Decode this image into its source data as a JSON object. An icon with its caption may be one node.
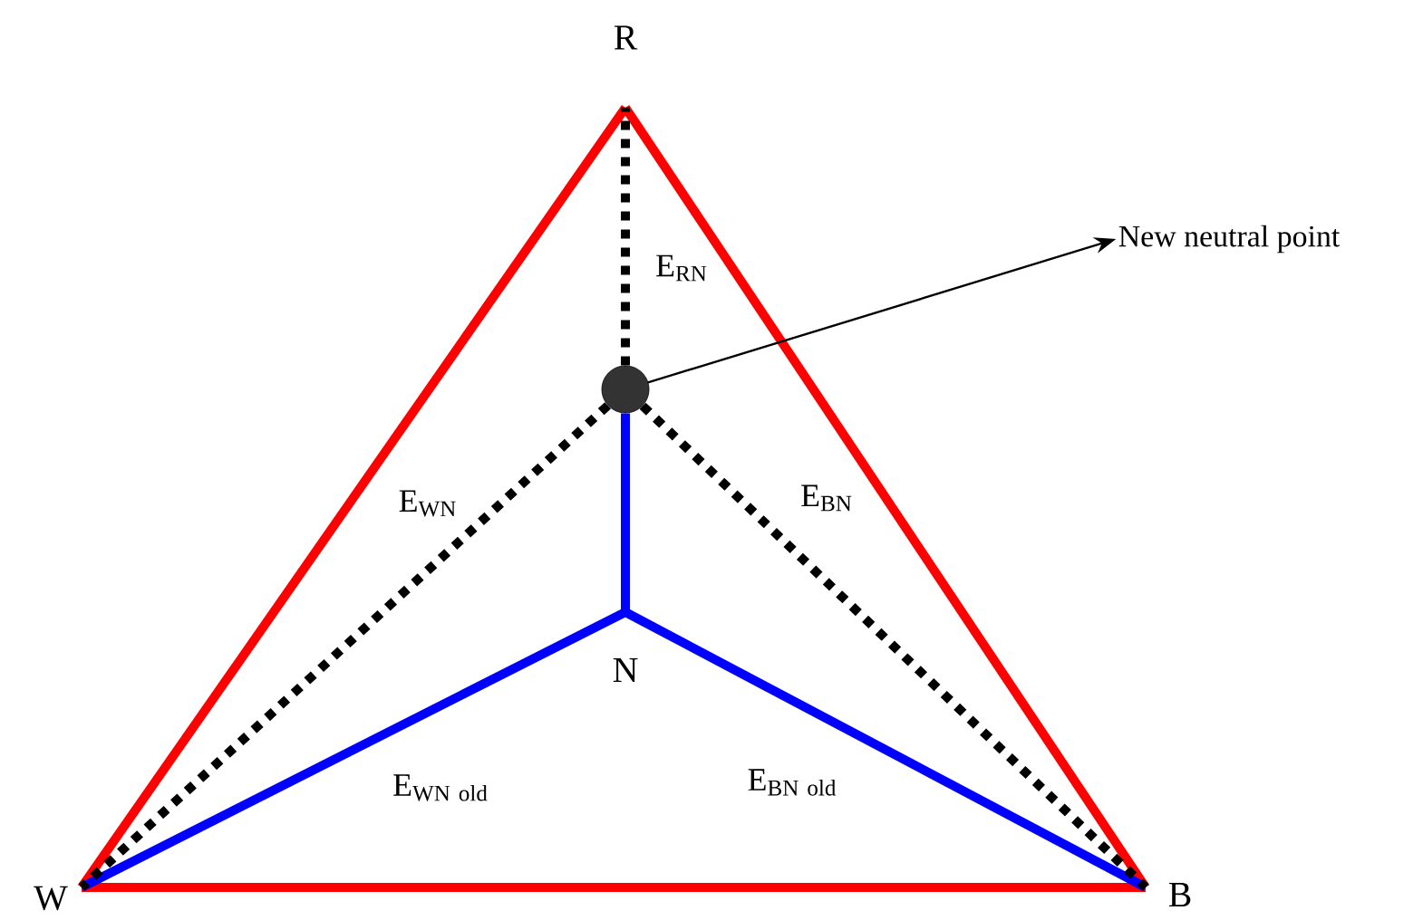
{
  "diagram": {
    "nodes": [
      {
        "text": [
          "R"
        ]
      },
      {
        "text": [
          "New neutral point"
        ]
      },
      {
        "text": [],
        "shape": "circle"
      },
      {
        "text": [
          "N"
        ]
      },
      {
        "text": [
          "W"
        ]
      },
      {
        "text": [
          "B"
        ]
      }
    ],
    "edges": [
      {
        "from": 0,
        "to": 4,
        "arrow": "none",
        "color": "#ff0000"
      },
      {
        "from": 0,
        "to": 5,
        "arrow": "none",
        "color": "#ff0000"
      },
      {
        "from": 4,
        "to": 5,
        "arrow": "none",
        "color": "#ff0000"
      },
      {
        "from": 3,
        "to": 2,
        "arrow": "none",
        "color": "#0000ff"
      },
      {
        "from": 3,
        "to": 4,
        "arrow": "none",
        "color": "#0000ff",
        "label": "\\mathrm{E}_{\\mathrm{WN\\ old}}"
      },
      {
        "from": 3,
        "to": 5,
        "arrow": "none",
        "color": "#0000ff",
        "label": "\\mathrm{E}_{\\mathrm{BN\\ old}}"
      },
      {
        "from": 2,
        "to": 0,
        "arrow": "none",
        "style": "dashed",
        "color": "#000000",
        "label": "\\mathrm{E}_{\\mathrm{RN}}"
      },
      {
        "from": 2,
        "to": 4,
        "arrow": "none",
        "style": "dashed",
        "color": "#000000",
        "label": "\\mathrm{E}_{\\mathrm{WN}}"
      },
      {
        "from": 2,
        "to": 5,
        "arrow": "none",
        "style": "dashed",
        "color": "#000000",
        "label": "\\mathrm{E}_{\\mathrm{BN}}"
      },
      {
        "from": 2,
        "to": 1,
        "arrow": "to",
        "color": "#000000"
      }
    ]
  }
}
